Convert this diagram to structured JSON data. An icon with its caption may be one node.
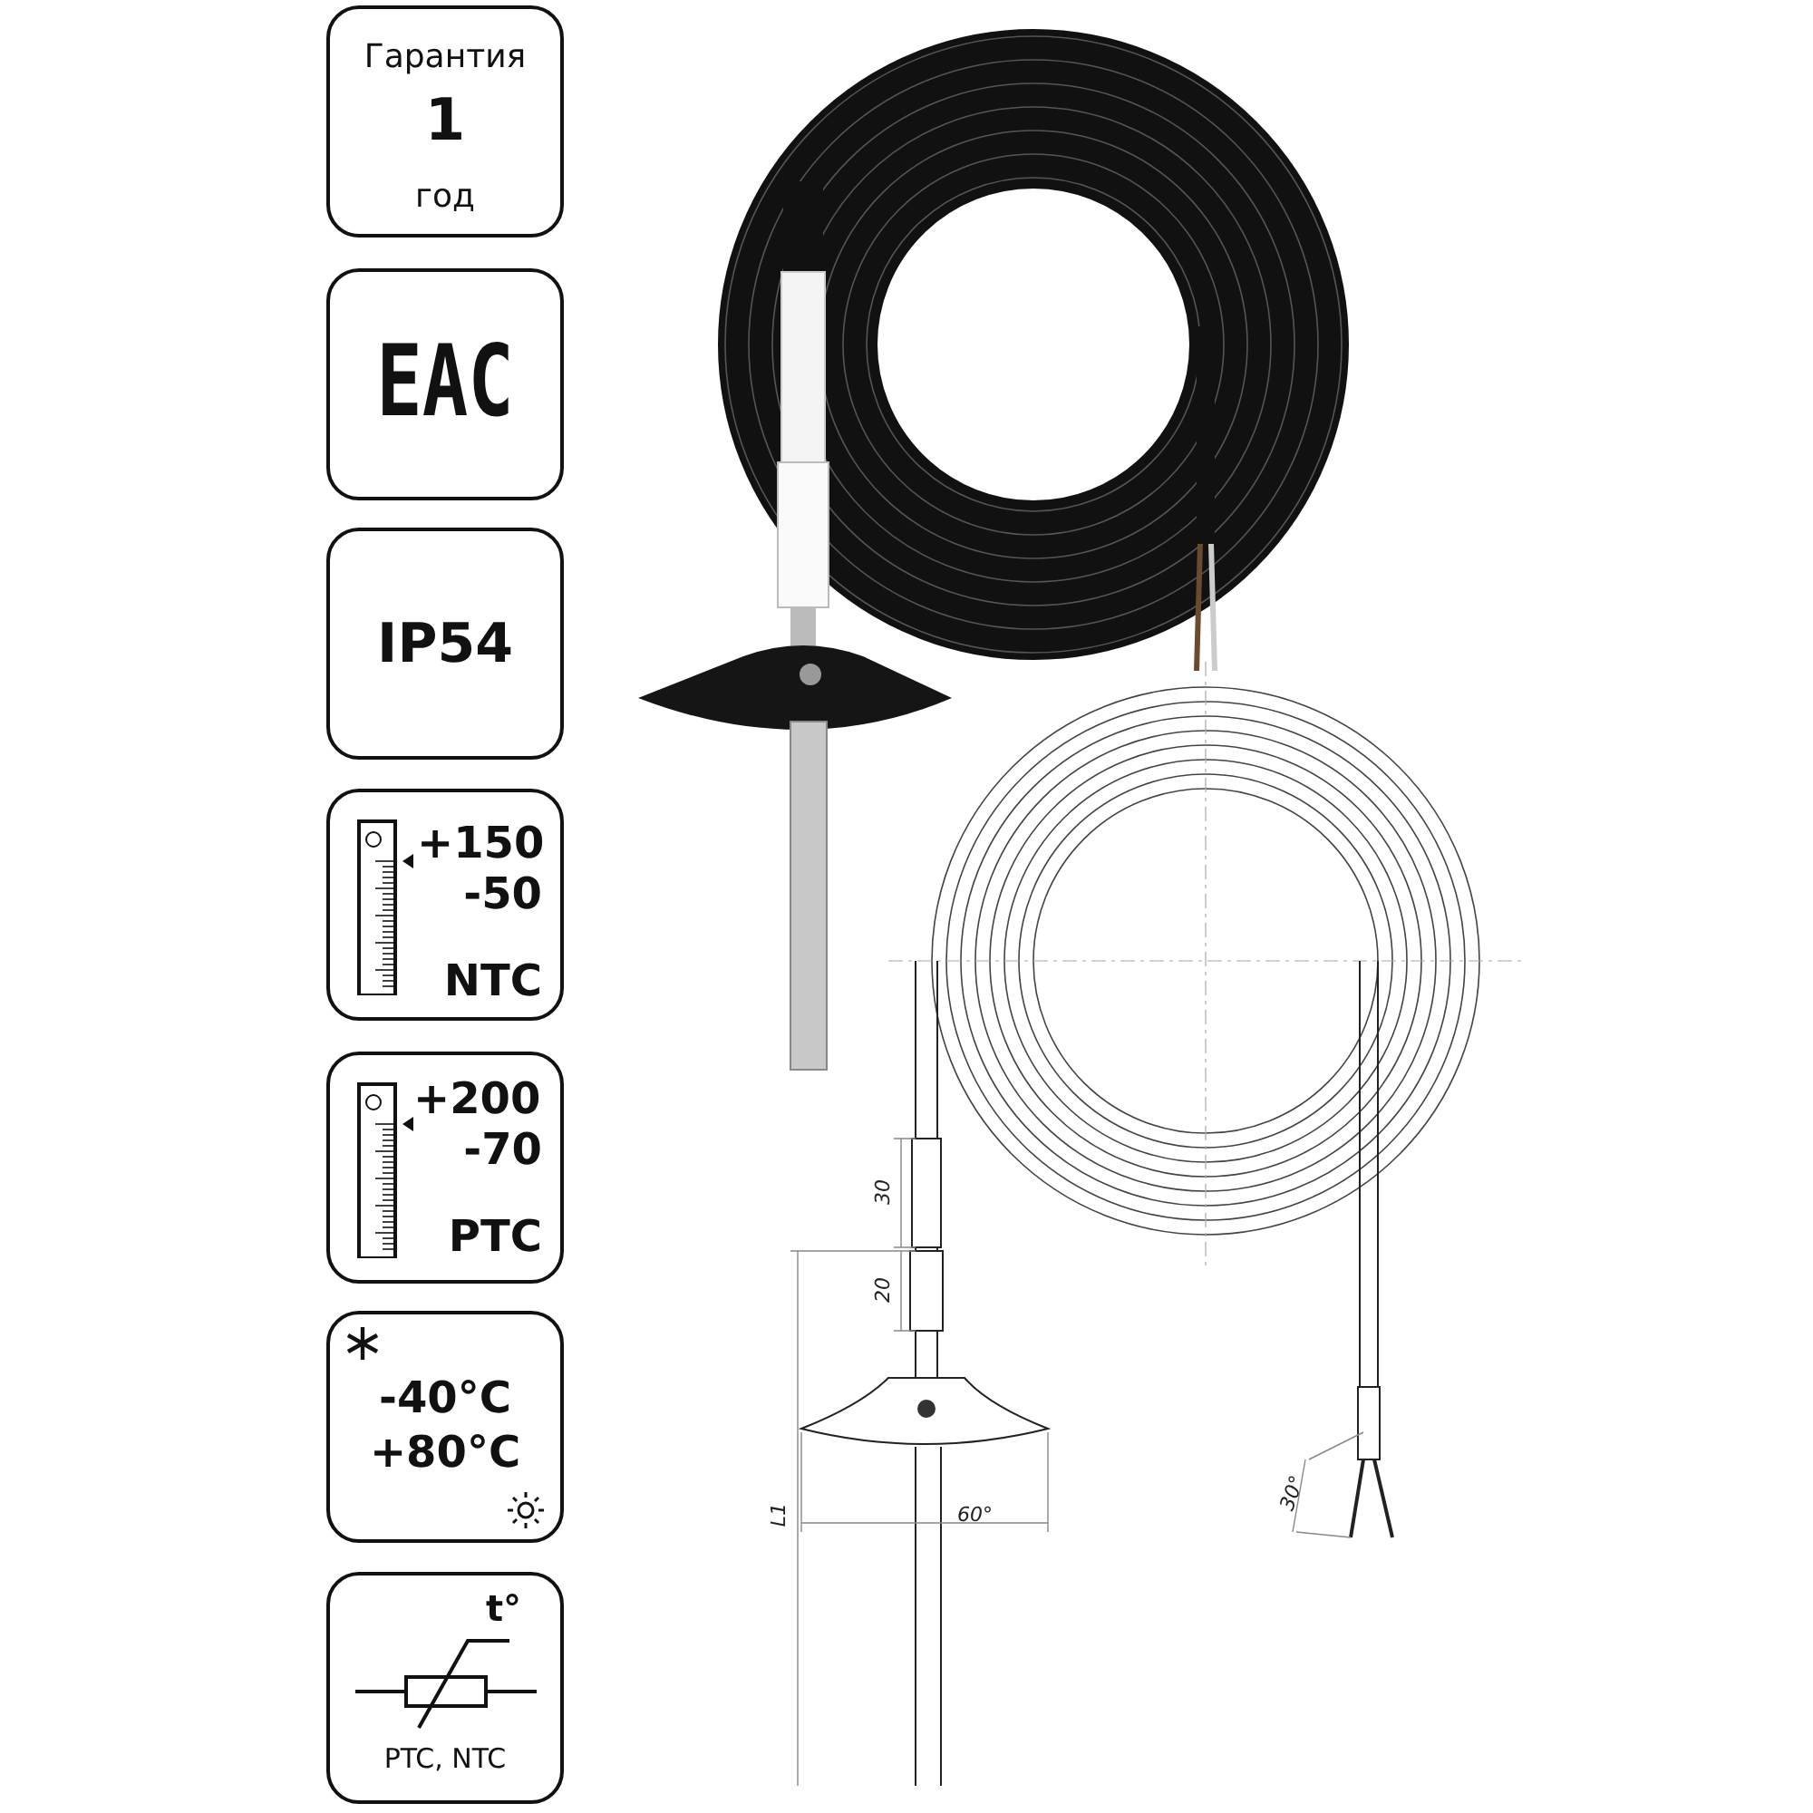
{
  "diagram": {
    "nodes": [
      {
        "text": [
          "Гарантия",
          "1",
          "год"
        ]
      },
      {
        "text": [
          "EAC"
        ]
      },
      {
        "text": [
          "IP54"
        ]
      },
      {
        "text": [
          "+150",
          "-50",
          "NTC"
        ]
      },
      {
        "text": [
          "+200",
          "-70",
          "PTC"
        ]
      },
      {
        "text": [
          "-40°C",
          "+80°C"
        ]
      },
      {
        "text": [
          "t°",
          "PTC, NTC"
        ]
      }
    ],
    "labels": [
      "30",
      "20",
      "L1",
      "60°",
      "30°"
    ]
  }
}
